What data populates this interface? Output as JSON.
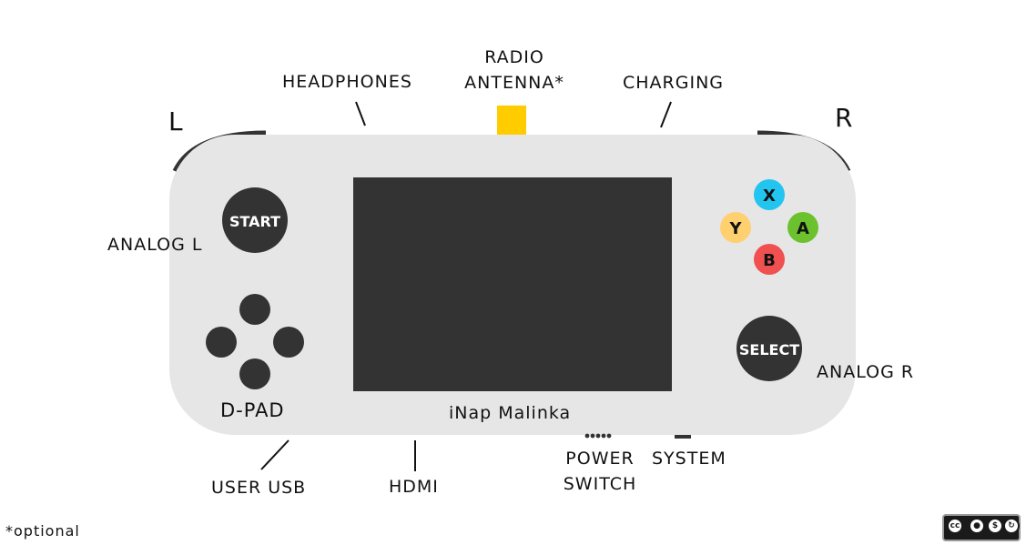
{
  "labels": {
    "l": "L",
    "r": "R",
    "headphones": "HEADPHONES",
    "radio_line1": "RADIO",
    "radio_line2": "ANTENNA*",
    "charging": "CHARGING",
    "analog_l": "ANALOG L",
    "analog_r": "ANALOG R",
    "dpad": "D-PAD",
    "user_usb": "USER USB",
    "hdmi": "HDMI",
    "power_line1": "POWER",
    "power_line2": "SWITCH",
    "system": "SYSTEM",
    "optional": "*optional",
    "device_name": "iNap Malinka"
  },
  "buttons": {
    "start": "START",
    "select": "SELECT",
    "x": "X",
    "y": "Y",
    "a": "A",
    "b": "B"
  },
  "colors": {
    "body": "#e6e6e6",
    "screen": "#333333",
    "dark_button": "#333333",
    "antenna": "#ffcc00",
    "x_button": "#22c4f0",
    "y_button": "#ffd070",
    "a_button": "#6cc22e",
    "b_button": "#f05050"
  },
  "license_badge": "cc-by-nc-sa-badge"
}
